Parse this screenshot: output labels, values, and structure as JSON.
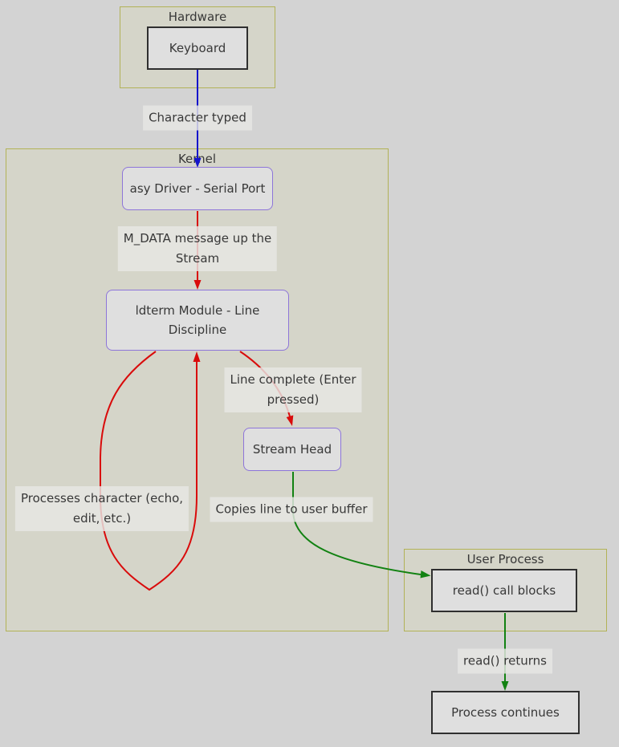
{
  "clusters": {
    "hardware": {
      "title": "Hardware"
    },
    "kernel": {
      "title": "Kernel"
    },
    "user_process": {
      "title": "User Process"
    }
  },
  "nodes": {
    "keyboard": {
      "label": "Keyboard"
    },
    "asy_driver": {
      "label": "asy Driver - Serial Port"
    },
    "ldterm": {
      "label": "ldterm Module - Line\nDiscipline"
    },
    "stream_head": {
      "label": "Stream Head"
    },
    "read_call": {
      "label": "read() call blocks"
    },
    "process_continues": {
      "label": "Process continues"
    }
  },
  "edge_labels": {
    "character_typed": "Character typed",
    "mdata": "M_DATA message up the\nStream",
    "line_complete": "Line complete (Enter\npressed)",
    "processes_character": "Processes character (echo,\nedit, etc.)",
    "copies_line": "Copies line to user buffer",
    "read_returns": "read() returns"
  },
  "edges": [
    {
      "from": "Keyboard",
      "to": "asy Driver - Serial Port",
      "label": "Character typed",
      "color": "#1414cc"
    },
    {
      "from": "asy Driver - Serial Port",
      "to": "ldterm Module - Line Discipline",
      "label": "M_DATA message up the Stream",
      "color": "#d90b0b"
    },
    {
      "from": "ldterm Module - Line Discipline",
      "to": "ldterm Module - Line Discipline",
      "label": "Processes character (echo, edit, etc.)",
      "color": "#d90b0b"
    },
    {
      "from": "ldterm Module - Line Discipline",
      "to": "Stream Head",
      "label": "Line complete (Enter pressed)",
      "color": "#d90b0b"
    },
    {
      "from": "Stream Head",
      "to": "read() call blocks",
      "label": "Copies line to user buffer",
      "color": "#128212"
    },
    {
      "from": "read() call blocks",
      "to": "Process continues",
      "label": "read() returns",
      "color": "#128212"
    }
  ],
  "colors": {
    "page_bg": "#d3d3d3",
    "cluster_bg": "#d5d5c9",
    "cluster_border": "#b2b257",
    "node_fill": "#dfdfdf",
    "node_border_dark": "#2f2f2f",
    "node_border_purple": "#8d75d9",
    "edge_blue": "#1414cc",
    "edge_red": "#d90b0b",
    "edge_green": "#128212",
    "text": "#383838"
  }
}
